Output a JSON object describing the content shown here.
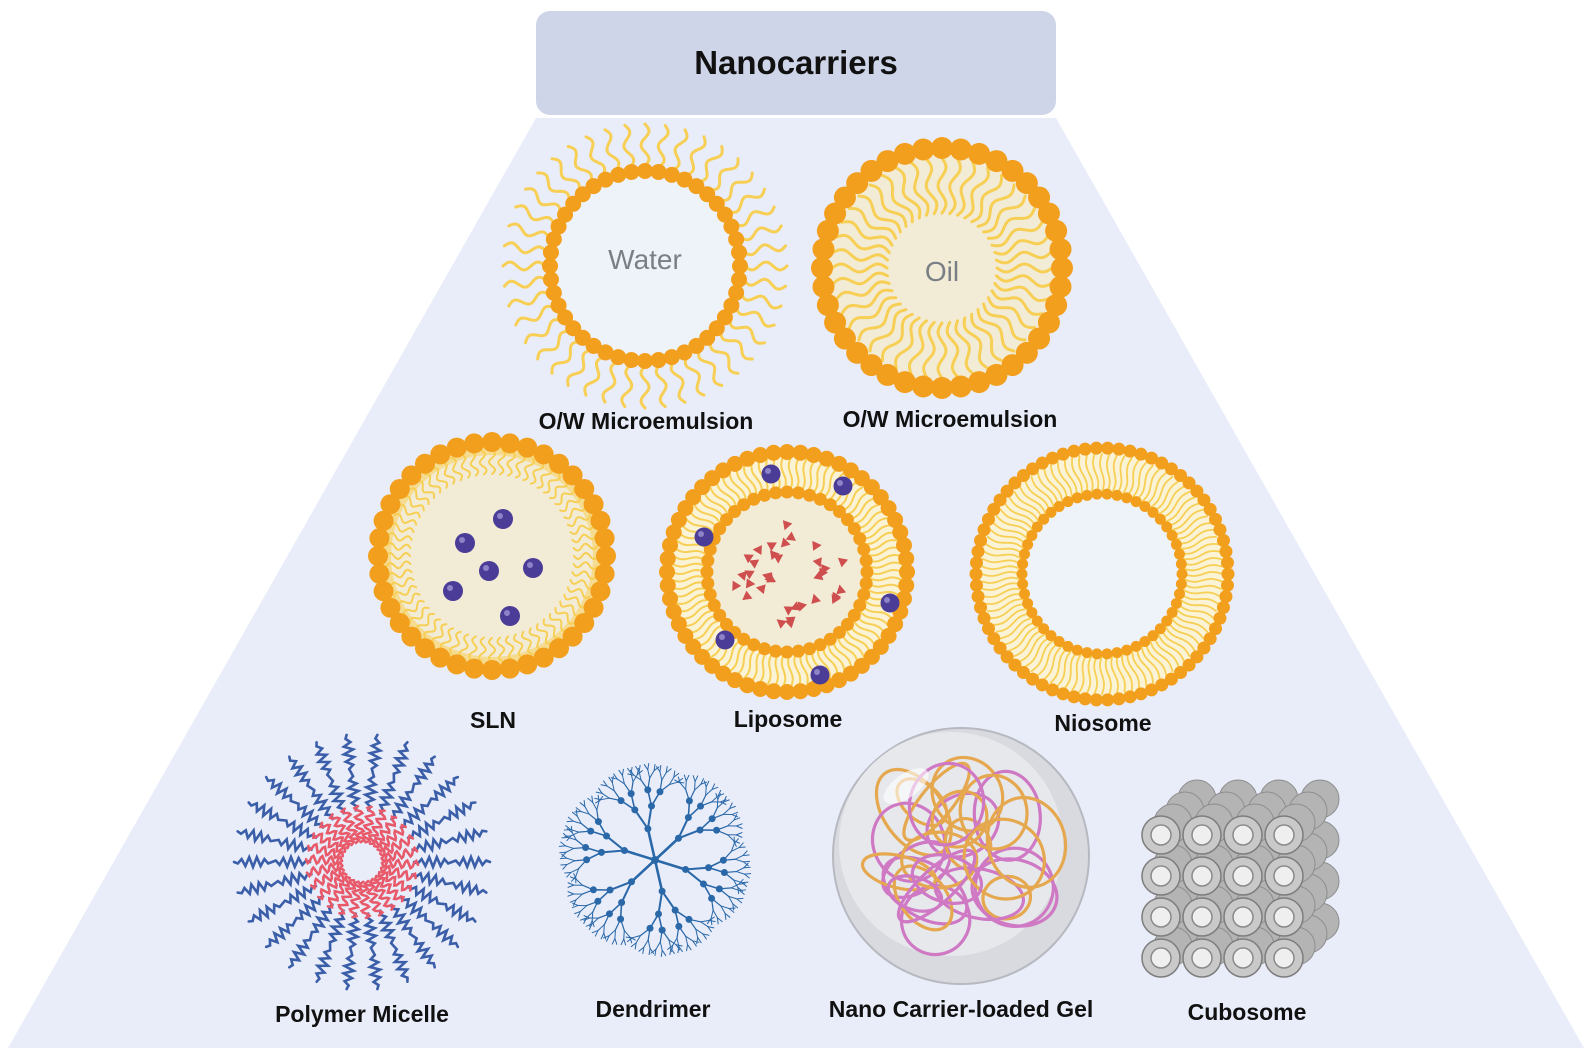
{
  "title": "Nanocarriers",
  "colors": {
    "trapezoid": "#e9edfa",
    "title_box": "#ced5e8",
    "head_orange": "#f29f1d",
    "tail_yellow": "#f7cf55",
    "core_cream": "#f2ecd7",
    "core_water": "#eef3fa",
    "drug_purple": "#4b3c97",
    "drug_red": "#cf4f4f",
    "polymer_blue": "#3b5ea8",
    "polymer_red": "#e85a6a",
    "dendrimer_blue": "#2a68a8",
    "gel_orange": "#e5a84f",
    "gel_pink": "#cf78c4",
    "cubosome_gray": "#c9c9c9"
  },
  "carriers": [
    {
      "id": "ow-microemulsion-water",
      "label": "O/W Microemulsion",
      "inner_text": "Water"
    },
    {
      "id": "ow-microemulsion-oil",
      "label": "O/W Microemulsion",
      "inner_text": "Oil"
    },
    {
      "id": "sln",
      "label": "SLN"
    },
    {
      "id": "liposome",
      "label": "Liposome"
    },
    {
      "id": "niosome",
      "label": "Niosome"
    },
    {
      "id": "polymer-micelle",
      "label": "Polymer Micelle"
    },
    {
      "id": "dendrimer",
      "label": "Dendrimer"
    },
    {
      "id": "nano-carrier-gel",
      "label": "Nano Carrier-loaded Gel"
    },
    {
      "id": "cubosome",
      "label": "Cubosome"
    }
  ]
}
